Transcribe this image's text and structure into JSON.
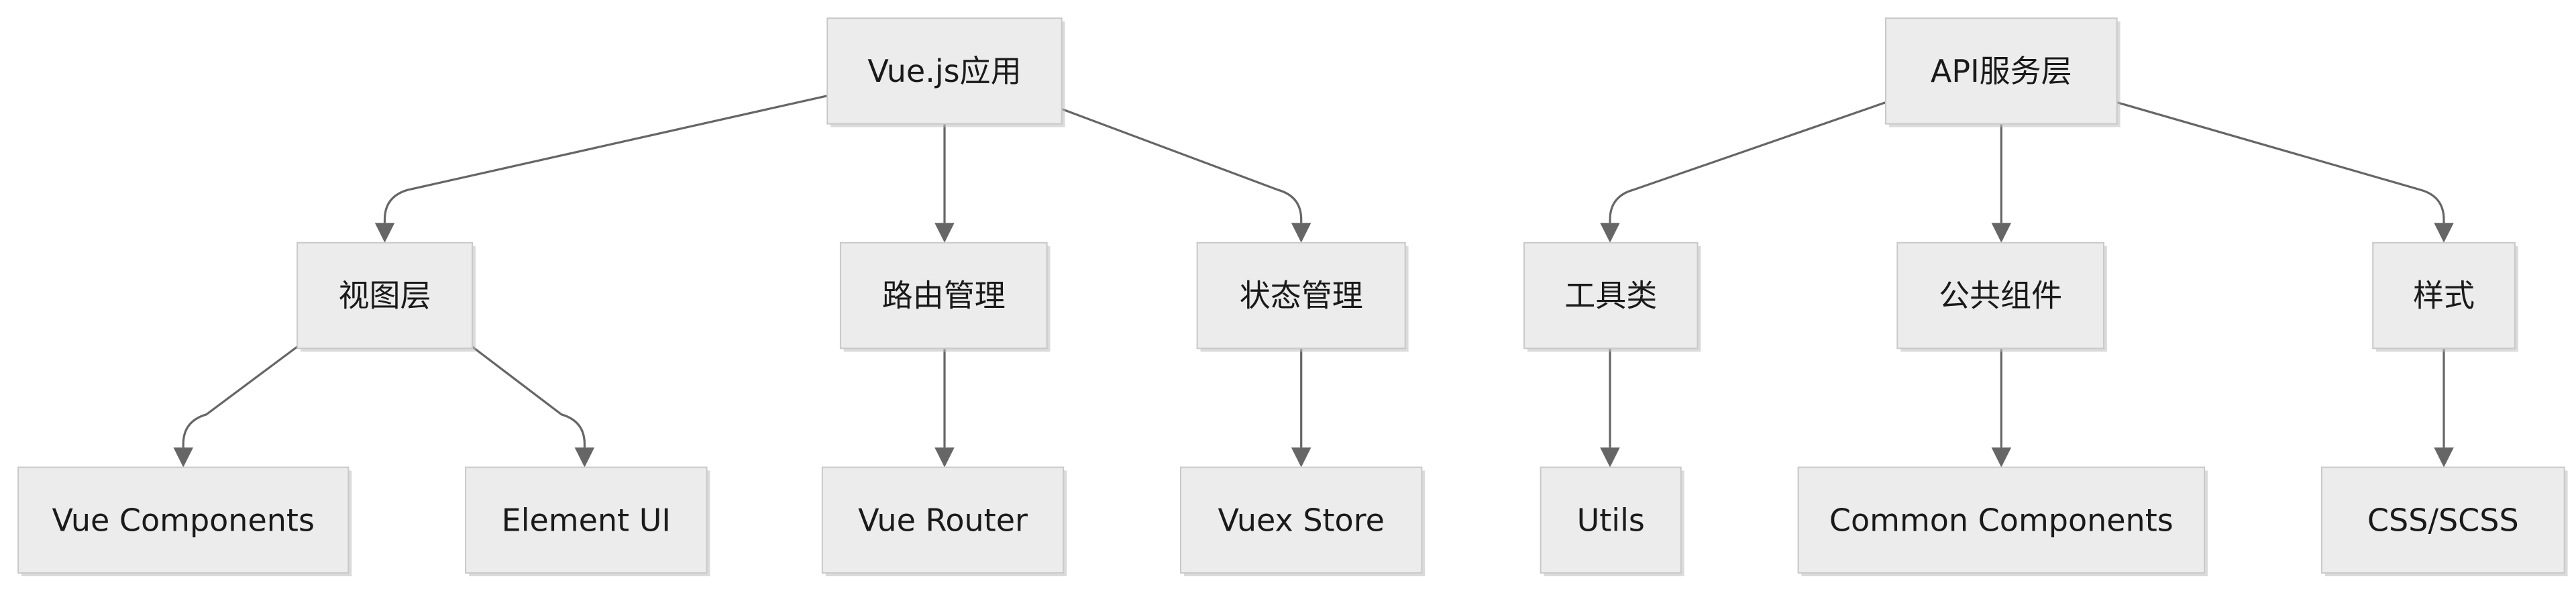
{
  "diagram": {
    "nodes": [
      {
        "id": "vue-app",
        "label": "Vue.js应用"
      },
      {
        "id": "api-layer",
        "label": "API服务层"
      },
      {
        "id": "view-layer",
        "label": "视图层"
      },
      {
        "id": "router-mgmt",
        "label": "路由管理"
      },
      {
        "id": "state-mgmt",
        "label": "状态管理"
      },
      {
        "id": "tools",
        "label": "工具类"
      },
      {
        "id": "common-widgets",
        "label": "公共组件"
      },
      {
        "id": "styles",
        "label": "样式"
      },
      {
        "id": "vue-components",
        "label": "Vue Components"
      },
      {
        "id": "element-ui",
        "label": "Element UI"
      },
      {
        "id": "vue-router",
        "label": "Vue Router"
      },
      {
        "id": "vuex-store",
        "label": "Vuex Store"
      },
      {
        "id": "utils",
        "label": "Utils"
      },
      {
        "id": "common-components",
        "label": "Common Components"
      },
      {
        "id": "css-scss",
        "label": "CSS/SCSS"
      }
    ],
    "edges": [
      {
        "from": "vue-app",
        "to": "view-layer"
      },
      {
        "from": "vue-app",
        "to": "router-mgmt"
      },
      {
        "from": "vue-app",
        "to": "state-mgmt"
      },
      {
        "from": "api-layer",
        "to": "tools"
      },
      {
        "from": "api-layer",
        "to": "common-widgets"
      },
      {
        "from": "api-layer",
        "to": "styles"
      },
      {
        "from": "view-layer",
        "to": "vue-components"
      },
      {
        "from": "view-layer",
        "to": "element-ui"
      },
      {
        "from": "router-mgmt",
        "to": "vue-router"
      },
      {
        "from": "state-mgmt",
        "to": "vuex-store"
      },
      {
        "from": "tools",
        "to": "utils"
      },
      {
        "from": "common-widgets",
        "to": "common-components"
      },
      {
        "from": "styles",
        "to": "css-scss"
      }
    ]
  }
}
